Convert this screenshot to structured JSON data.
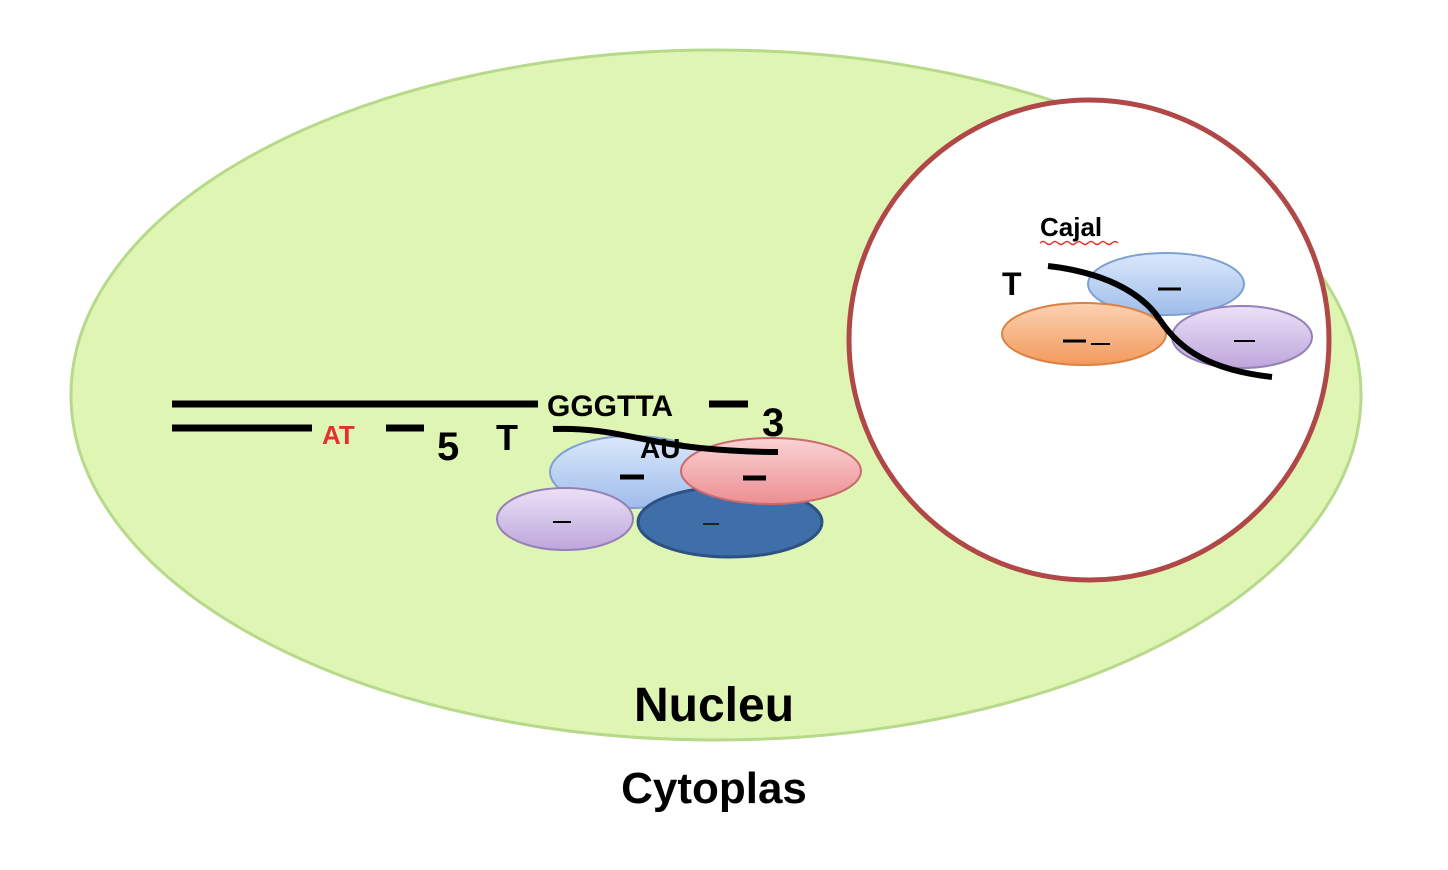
{
  "labels": {
    "dna_seq": "GGGTTA",
    "at_mark": "AT",
    "five_prime": "5",
    "t_left": "T",
    "three_prime": "3",
    "au_mark": "AU",
    "cajal_title": "Cajal",
    "t_cajal": "T",
    "nucleus": "Nucleu",
    "cytoplasm": "Cytoplas"
  },
  "colors": {
    "nucleus_fill": "#dff5b4",
    "nucleus_stroke": "#b7d98a",
    "cajal_stroke": "#b04848",
    "at_mark": "#e53030",
    "protein_light_blue": "#b3cdf2",
    "protein_dark_blue": "#3f6fa8",
    "protein_pink": "#f2a8aa",
    "protein_purple": "#cdb8e4",
    "protein_orange": "#f7b079"
  }
}
